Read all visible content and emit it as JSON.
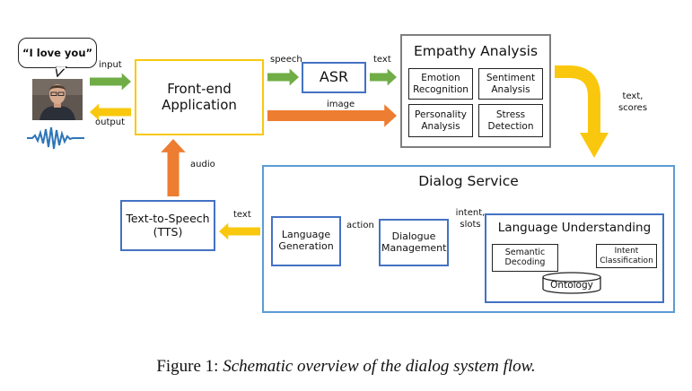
{
  "colors": {
    "yellow": "#f9c80e",
    "green": "#70ad47",
    "orange": "#ed7d31",
    "blue": "#4472c4",
    "gray": "#7f7f7f",
    "wave": "#2e75b6"
  },
  "user": {
    "speech_bubble": "“I love you”",
    "photo_icon": "person-photo-icon",
    "waveform_icon": "audio-waveform-icon"
  },
  "nodes": {
    "frontend": "Front-end Application",
    "asr": "ASR",
    "empathy": "Empathy Analysis",
    "emotion": "Emotion Recognition",
    "sentiment": "Sentiment Analysis",
    "personality": "Personality Analysis",
    "stress": "Stress Detection",
    "dialog_service": "Dialog Service",
    "language_understanding": "Language Understanding",
    "semantic_decoding": "Semantic Decoding",
    "intent_classification": "Intent Classification",
    "ontology": "Ontology",
    "dialogue_management": "Dialogue Management",
    "language_generation": "Language Generation",
    "tts": "Text-to-Speech (TTS)"
  },
  "edges": {
    "input": "input",
    "output": "output",
    "speech": "speech",
    "text_asr": "text",
    "image": "image",
    "text_scores": "text, scores",
    "intent_slots": "intent, slots",
    "action": "action",
    "text_tts": "text",
    "audio": "audio"
  },
  "caption": {
    "prefix": "Figure 1: ",
    "text": "Schematic overview of the dialog system flow."
  }
}
